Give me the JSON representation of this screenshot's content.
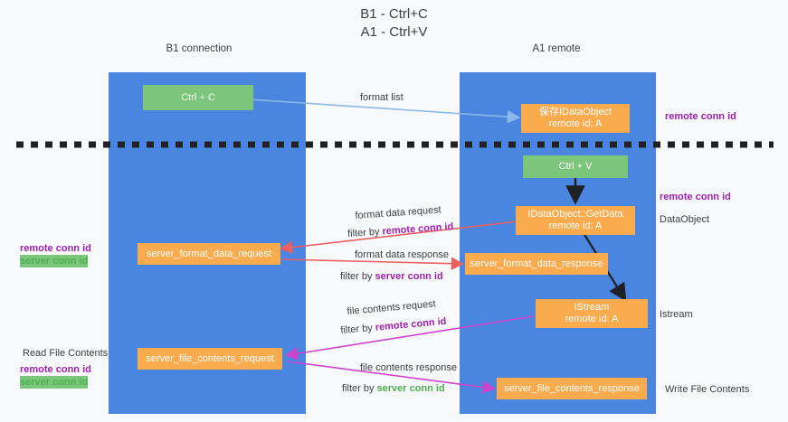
{
  "title": "B1 - Ctrl+C\nA1 - Ctrl+V",
  "columns": [
    {
      "name": "left",
      "title": "B1\nconnection"
    },
    {
      "name": "right",
      "title": "A1\nremote"
    }
  ],
  "boxes": {
    "ctrl_c": "Ctrl + C",
    "save_idataobject": "保存IDataObject\nremote id: A",
    "ctrl_v": "Ctrl + V",
    "getdata": "IDataObject::GetData\nremote id: A",
    "server_format_data_request": "server_format_data_request",
    "server_format_data_response": "server_format_data_response",
    "istream": "IStream\nremote id: A",
    "server_file_contents_request": "server_file_contents_request",
    "server_file_contents_response": "server_file_contents_response"
  },
  "arrow_labels": {
    "format_list": "format list",
    "format_data_request": "format data request",
    "format_data_request_filter_prefix": "filter by ",
    "format_data_request_filter_key": "remote conn id",
    "format_data_response": "format data response",
    "format_data_response_filter_prefix": "filter by ",
    "format_data_response_filter_key": "server conn id",
    "file_contents_request": "file contents request",
    "file_contents_request_filter_prefix": "filter by ",
    "file_contents_request_filter_key": "remote conn id",
    "file_contents_response": "file contents response",
    "file_contents_response_filter_prefix": "filter by ",
    "file_contents_response_filter_key": "server conn id"
  },
  "right_annotations": {
    "remote_conn_id_top": "remote conn id",
    "remote_conn_id_mid": "remote conn id",
    "dataobject": "DataObject",
    "istream": "Istream",
    "write_file_contents": "Write File Contents"
  },
  "left_annotations": {
    "remote_conn_id": "remote conn id",
    "server_conn_id": "server conn id",
    "read_file_contents": "Read File Contents",
    "remote_conn_id_2": "remote conn id",
    "server_conn_id_2": "server conn id"
  },
  "colors": {
    "column_blue": "#4a86e0",
    "box_green": "#7bc67b",
    "box_orange": "#f9ab4e",
    "arrow_light_blue": "#8cb9e8",
    "arrow_red": "#e86060",
    "arrow_magenta": "#cc44cc",
    "arrow_black": "#202124",
    "purple_text": "#a020b0",
    "green_text": "#4caf50",
    "page_bg": "#f8f9fa"
  }
}
